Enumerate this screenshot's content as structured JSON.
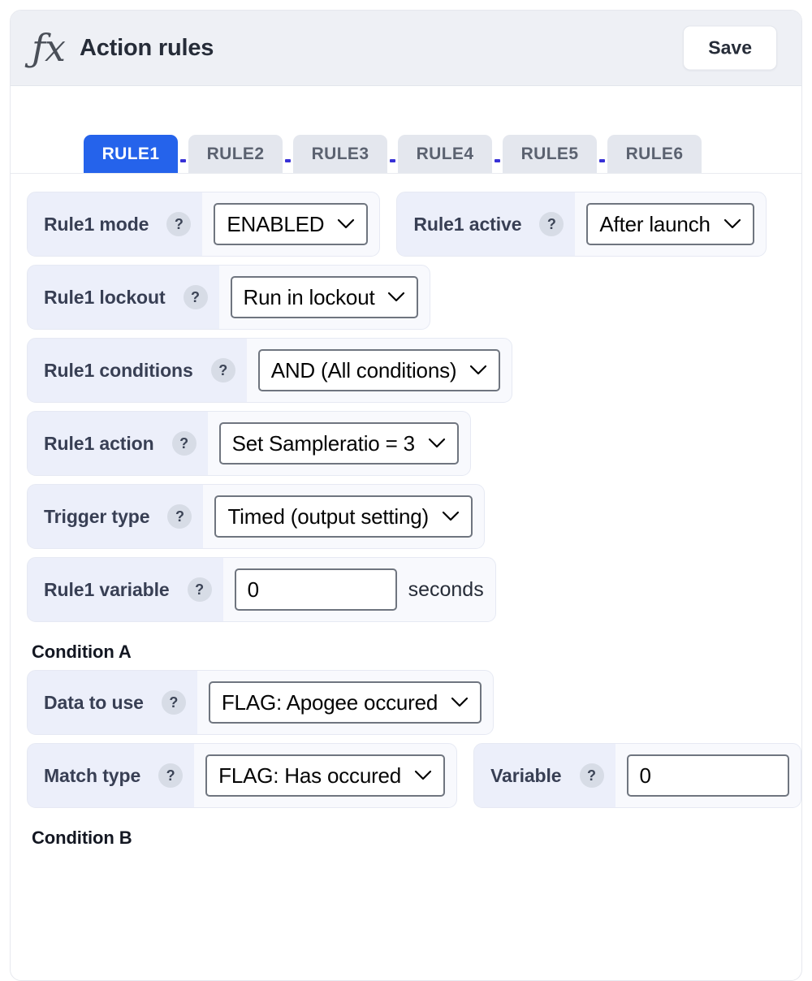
{
  "header": {
    "icon": "fx-icon",
    "title": "Action rules",
    "save_label": "Save"
  },
  "tabs": [
    {
      "label": "RULE1",
      "active": true
    },
    {
      "label": "RULE2",
      "active": false
    },
    {
      "label": "RULE3",
      "active": false
    },
    {
      "label": "RULE4",
      "active": false
    },
    {
      "label": "RULE5",
      "active": false
    },
    {
      "label": "RULE6",
      "active": false
    }
  ],
  "help_glyph": "?",
  "colors": {
    "accent": "#2563eb",
    "tab_inactive": "#e4e7ee",
    "tab_separator": "#3730d6",
    "row_bg": "#eceffa",
    "row_field_bg": "#f8f9fd",
    "header_bg": "#eef0f5",
    "label_text": "#383f54",
    "help_badge": "#d7dce6"
  },
  "rows": [
    {
      "label": "Rule1 mode",
      "control": "select",
      "value": "ENABLED"
    },
    {
      "label": "Rule1 active",
      "control": "select",
      "value": "After launch"
    },
    {
      "label": "Rule1 lockout",
      "control": "select",
      "value": "Run in lockout"
    },
    {
      "label": "Rule1 conditions",
      "control": "select",
      "value": "AND (All conditions)"
    },
    {
      "label": "Rule1 action",
      "control": "select",
      "value": "Set Sampleratio = 3"
    },
    {
      "label": "Trigger type",
      "control": "select",
      "value": "Timed (output setting)"
    },
    {
      "label": "Rule1 variable",
      "control": "input",
      "value": "0",
      "suffix": "seconds"
    }
  ],
  "section_a": {
    "title": "Condition A",
    "rows": [
      {
        "label": "Data to use",
        "control": "select",
        "value": "FLAG: Apogee occured"
      },
      {
        "label": "Match type",
        "control": "select",
        "value": "FLAG: Has occured"
      },
      {
        "label": "Variable",
        "control": "input",
        "value": "0",
        "suffix": ""
      }
    ]
  },
  "section_b": {
    "title": "Condition B"
  }
}
